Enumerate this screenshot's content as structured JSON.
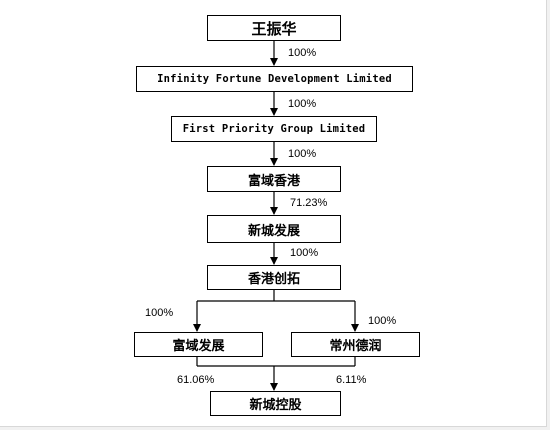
{
  "nodes": {
    "wang_zhenhua": "王振华",
    "infinity_fortune": "Infinity Fortune Development Limited",
    "first_priority": "First Priority Group Limited",
    "fuyu_hk": "富域香港",
    "xincheng_dev": "新城发展",
    "hk_chuangtuo": "香港创拓",
    "fuyu_dev": "富域发展",
    "changzhou_derun": "常州德润",
    "xincheng_holdings": "新城控股"
  },
  "edges": {
    "wang_to_infinity": "100%",
    "infinity_to_first": "100%",
    "first_to_fuyu_hk": "100%",
    "fuyu_hk_to_xincheng_dev": "71.23%",
    "xincheng_dev_to_chuangtuo": "100%",
    "chuangtuo_to_fuyu_dev": "100%",
    "chuangtuo_to_changzhou": "100%",
    "fuyu_dev_to_holdings": "61.06%",
    "changzhou_to_holdings": "6.11%"
  }
}
